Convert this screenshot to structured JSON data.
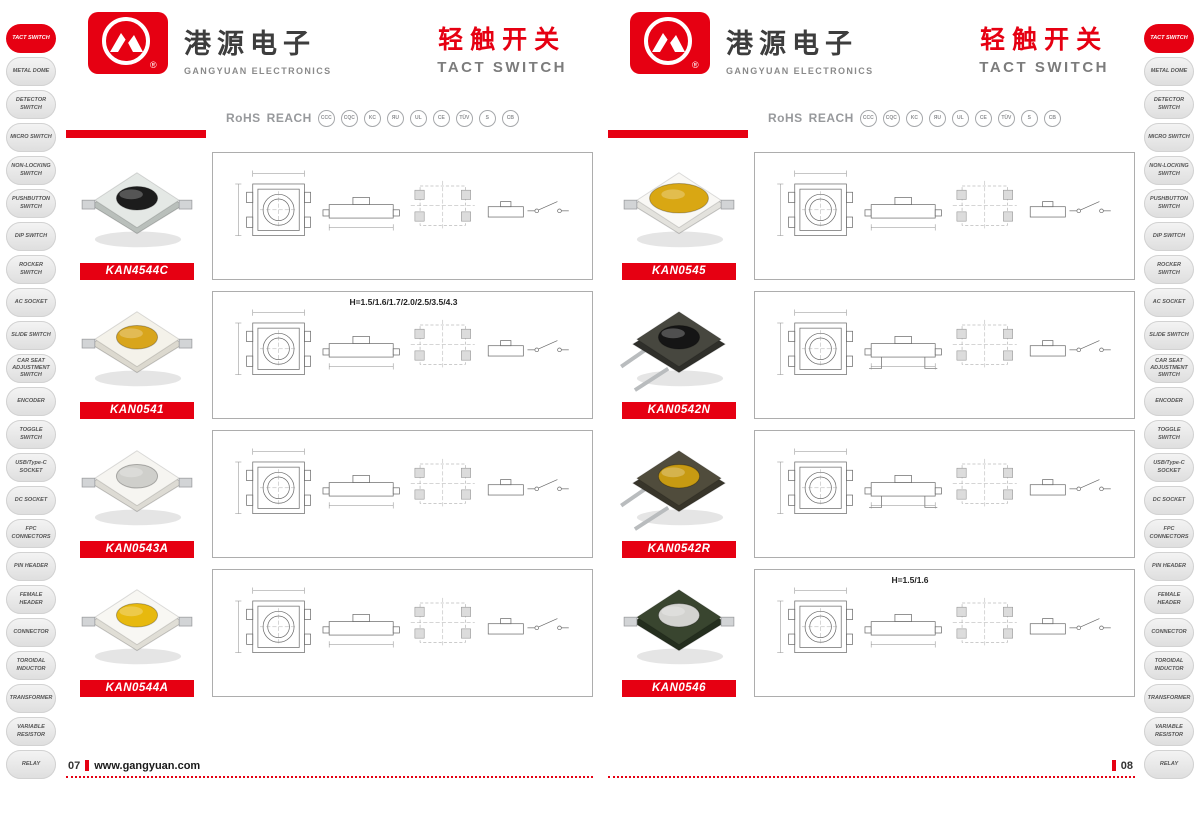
{
  "brand": {
    "name_cn": "港源电子",
    "name_en": "GANGYUAN ELECTRONICS",
    "registered_mark": "®"
  },
  "title": {
    "cn": "轻触开关",
    "en": "TACT SWITCH"
  },
  "certifications": {
    "rohs": "RoHS",
    "reach": "REACH",
    "marks": [
      "CCC",
      "CQC",
      "KC",
      "ЯU",
      "UL",
      "CE",
      "TÜV",
      "S",
      "CB"
    ]
  },
  "colors": {
    "accent_red": "#e60012"
  },
  "sidebar": {
    "items": [
      {
        "label": "TACT SWITCH",
        "active": true
      },
      {
        "label": "METAL DOME",
        "active": false
      },
      {
        "label": "DETECTOR SWITCH",
        "active": false
      },
      {
        "label": "MICRO SWITCH",
        "active": false
      },
      {
        "label": "NON-LOCKING SWITCH",
        "active": false
      },
      {
        "label": "PUSHBUTTON SWITCH",
        "active": false
      },
      {
        "label": "DIP SWITCH",
        "active": false
      },
      {
        "label": "ROCKER SWITCH",
        "active": false
      },
      {
        "label": "AC SOCKET",
        "active": false
      },
      {
        "label": "SLIDE SWITCH",
        "active": false
      },
      {
        "label": "CAR SEAT ADJUSTMENT SWITCH",
        "active": false
      },
      {
        "label": "ENCODER",
        "active": false
      },
      {
        "label": "TOGGLE SWITCH",
        "active": false
      },
      {
        "label": "USB/Type-C SOCKET",
        "active": false
      },
      {
        "label": "DC SOCKET",
        "active": false
      },
      {
        "label": "FPC CONNECTORS",
        "active": false
      },
      {
        "label": "PIN HEADER",
        "active": false
      },
      {
        "label": "FEMALE HEADER",
        "active": false
      },
      {
        "label": "CONNECTOR",
        "active": false
      },
      {
        "label": "TOROIDAL INDUCTOR",
        "active": false
      },
      {
        "label": "TRANSFORMER",
        "active": false
      },
      {
        "label": "VARIABLE RESISTOR",
        "active": false
      },
      {
        "label": "RELAY",
        "active": false
      }
    ]
  },
  "pages": [
    {
      "page_number": "07",
      "footer_site": "www.gangyuan.com",
      "products": [
        {
          "part": "KAN4544C",
          "note": "",
          "photo": {
            "body": "#b9bfbb",
            "top": "#e4e8e5",
            "button": "#1c1c1c",
            "type": "smd"
          }
        },
        {
          "part": "KAN0541",
          "note": "H=1.5/1.6/1.7/2.0/2.5/3.5/4.3",
          "photo": {
            "body": "#dcd9cf",
            "top": "#f4f2ea",
            "button": "#d8a51c",
            "type": "smd"
          }
        },
        {
          "part": "KAN0543A",
          "note": "",
          "photo": {
            "body": "#dddbd4",
            "top": "#f6f5f1",
            "button": "#cfcfcb",
            "type": "smd"
          }
        },
        {
          "part": "KAN0544A",
          "note": "",
          "photo": {
            "body": "#e0ded6",
            "top": "#f8f7f3",
            "button": "#e7b90e",
            "type": "smd"
          }
        }
      ]
    },
    {
      "page_number": "08",
      "footer_site": "",
      "products": [
        {
          "part": "KAN0545",
          "note": "",
          "photo": {
            "body": "#e3e2dd",
            "top": "#f9f8f5",
            "button": "#d9a713",
            "type": "smd-flat"
          }
        },
        {
          "part": "KAN0542N",
          "note": "",
          "photo": {
            "body": "#2f2f2a",
            "top": "#47473f",
            "button": "#151515",
            "type": "legs-bent"
          }
        },
        {
          "part": "KAN0542R",
          "note": "",
          "photo": {
            "body": "#38352a",
            "top": "#504c3c",
            "button": "#c79a12",
            "type": "legs-bent"
          }
        },
        {
          "part": "KAN0546",
          "note": "H=1.5/1.6",
          "photo": {
            "body": "#242e1e",
            "top": "#39452f",
            "button": "#d3d3d0",
            "type": "smd"
          }
        }
      ]
    }
  ]
}
